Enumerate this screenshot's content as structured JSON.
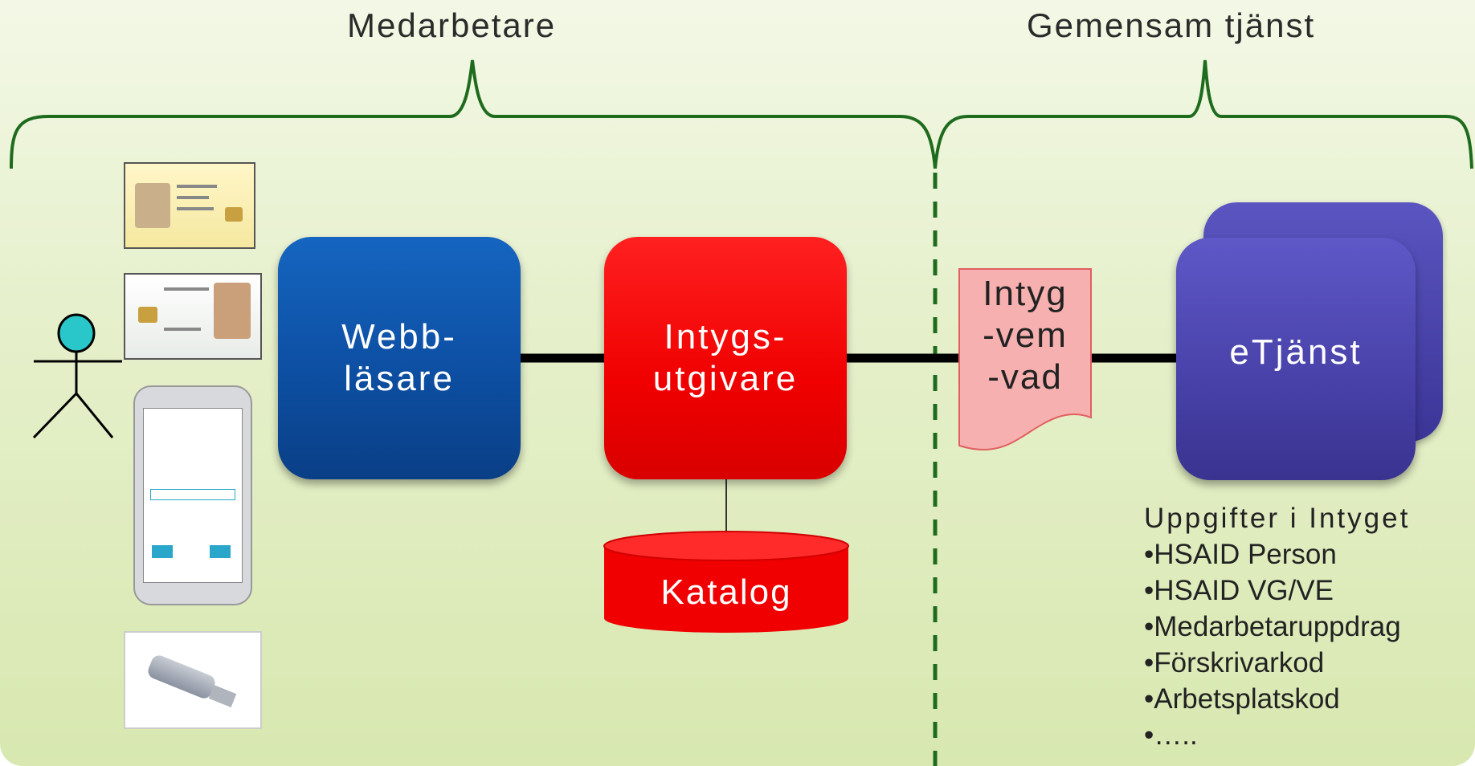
{
  "headers": {
    "left": "Medarbetare",
    "right": "Gemensam tjänst"
  },
  "nodes": {
    "webb": [
      "Webb-",
      "läsare"
    ],
    "intygs": [
      "Intygs-",
      "utgivare"
    ],
    "katalog": "Katalog",
    "intyg_doc": [
      "Intyg",
      "-vem",
      "-vad"
    ],
    "etjanst": "eTjänst"
  },
  "info": {
    "heading": "Uppgifter i Intyget",
    "items": [
      "•HSAID Person",
      "•HSAID VG/VE",
      "•Medarbetaruppdrag",
      "•Förskrivarkod",
      "•Arbetsplatskod",
      "•….."
    ]
  },
  "colors": {
    "bracket": "#1e6b1e",
    "webb": "#0d4fa3",
    "intygs": "#f00000",
    "etjanst": "#4841a8",
    "doc": "#f7b0b0"
  },
  "icons": [
    "user-icon",
    "id-card-icon",
    "smart-card-icon",
    "mobile-phone-icon",
    "usb-token-icon"
  ]
}
